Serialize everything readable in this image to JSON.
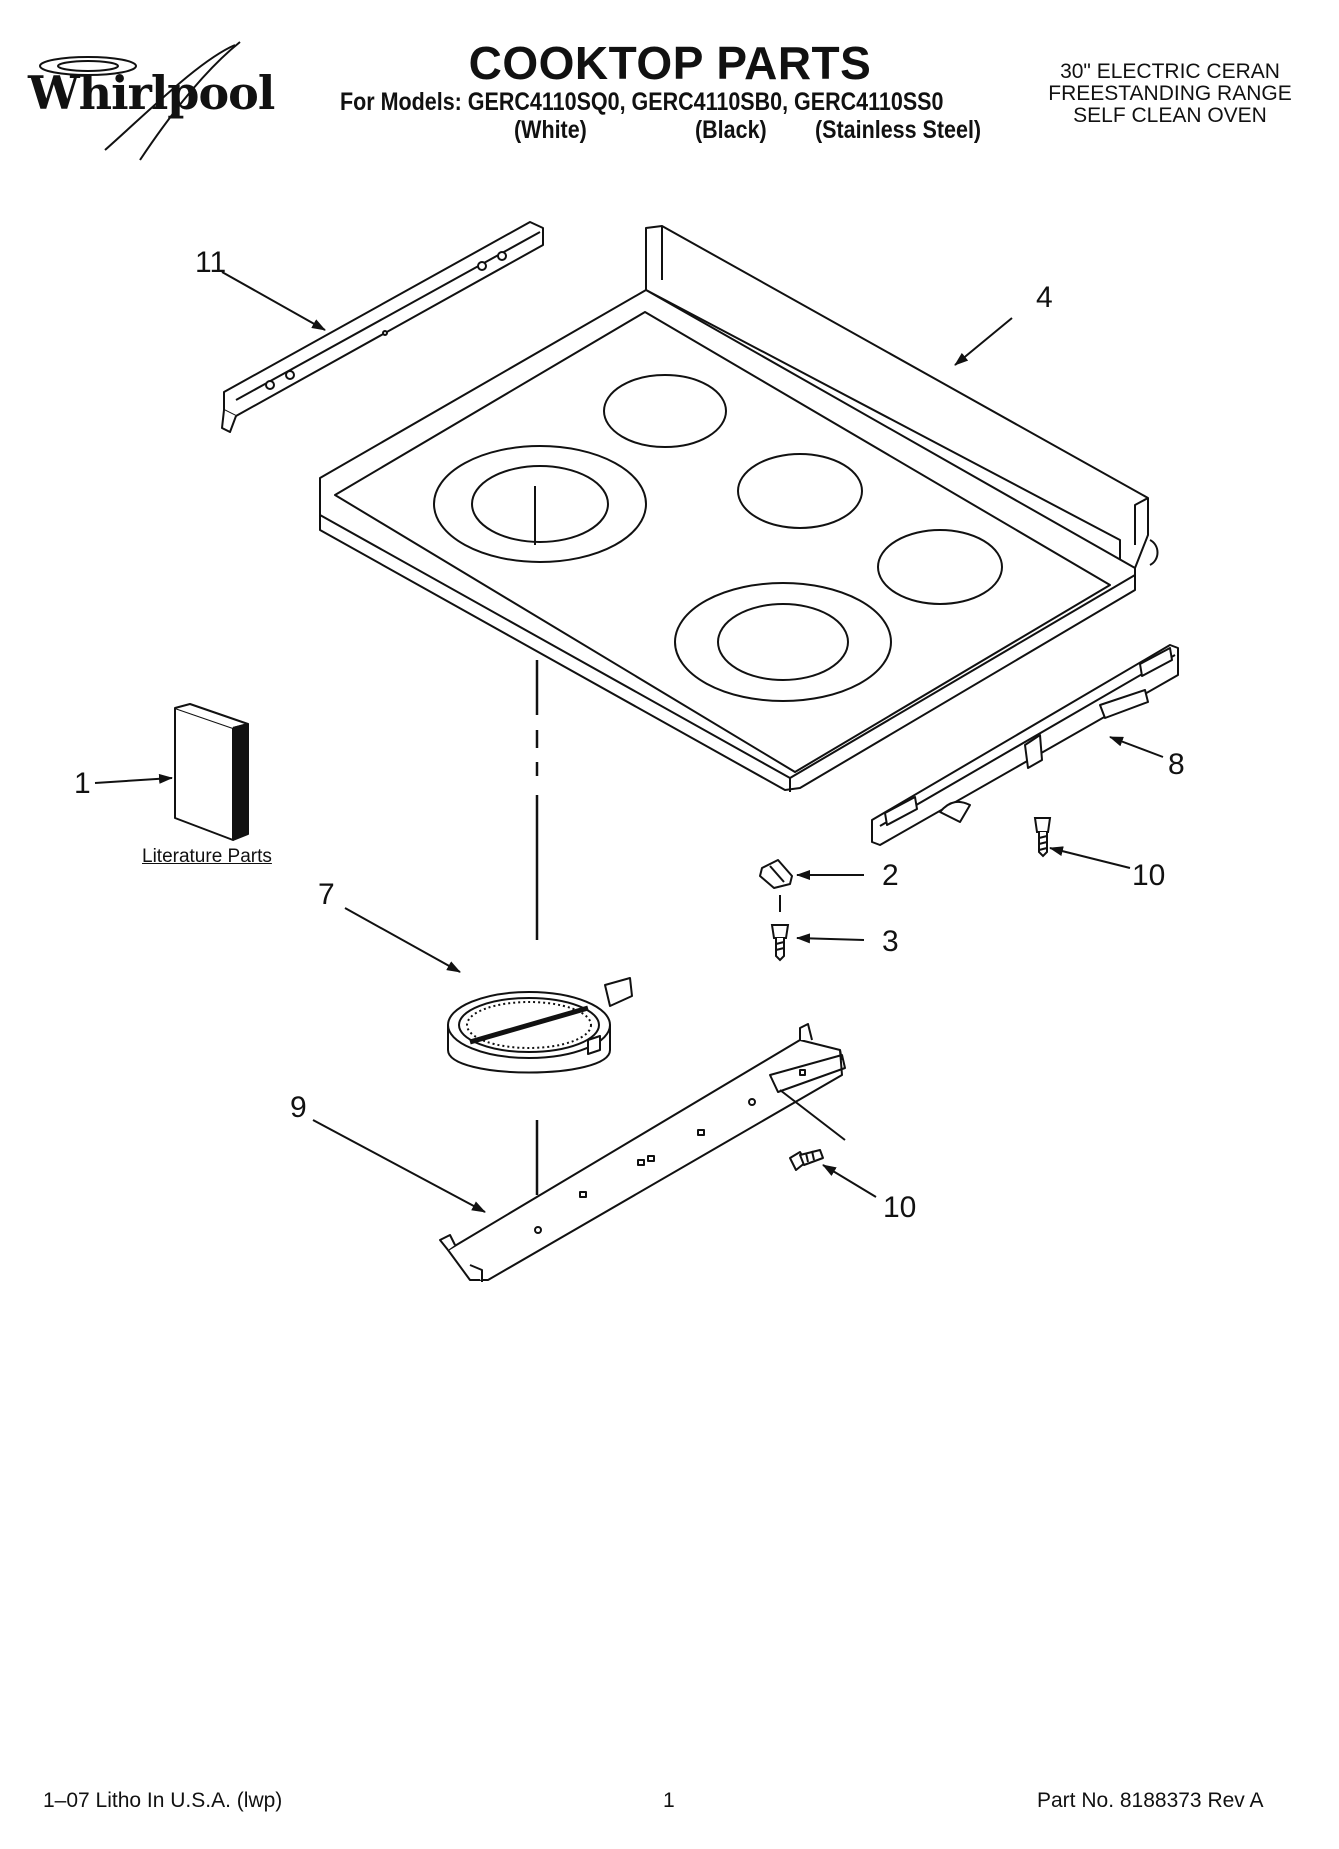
{
  "header": {
    "brand": "Whirlpool",
    "title": "COOKTOP PARTS",
    "models_line": "For Models: GERC4110SQ0, GERC4110SB0, GERC4110SS0",
    "variants": {
      "white": "(White)",
      "black": "(Black)",
      "stainless": "(Stainless Steel)"
    },
    "description": [
      "30\" ELECTRIC CERAN",
      "FREESTANDING RANGE",
      "SELF CLEAN OVEN"
    ]
  },
  "callouts": {
    "c1": "1",
    "c2": "2",
    "c3": "3",
    "c4": "4",
    "c7": "7",
    "c8": "8",
    "c9": "9",
    "c10a": "10",
    "c10b": "10",
    "c11": "11"
  },
  "literature_label": "Literature Parts",
  "footer": {
    "left": "1–07 Litho In U.S.A. (lwp)",
    "center": "1",
    "right": "Part No. 8188373 Rev A"
  }
}
